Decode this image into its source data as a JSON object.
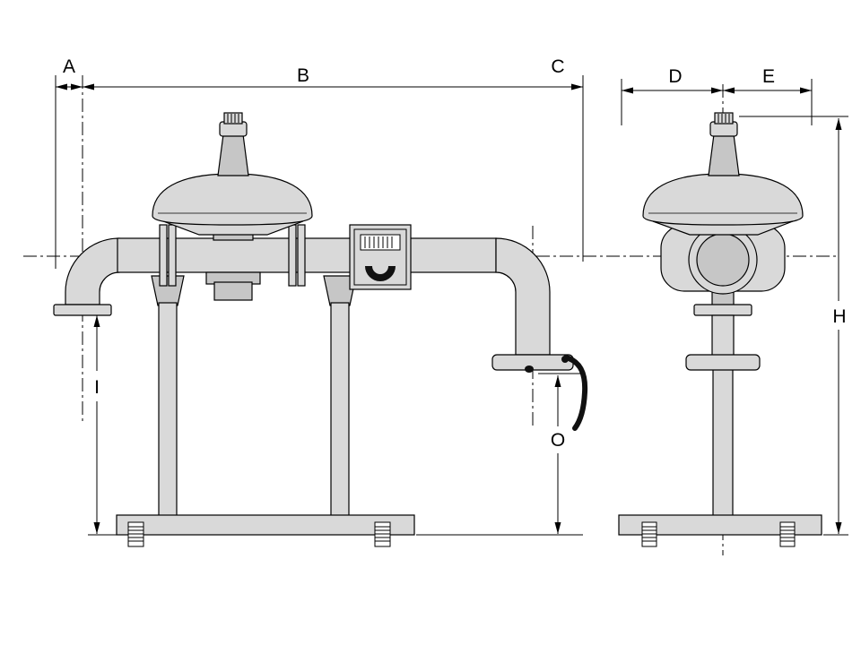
{
  "diagram": {
    "dimension_labels": {
      "a": "A",
      "b": "B",
      "c": "C",
      "d": "D",
      "e": "E",
      "h": "H",
      "i": "I",
      "o": "O"
    },
    "colors": {
      "line": "#000000",
      "background": "#ffffff",
      "fill-light": "#d9d9d9",
      "fill-mid": "#c6c6c6",
      "fill-dark": "#b2b2b2",
      "ink-dark": "#111111"
    }
  }
}
